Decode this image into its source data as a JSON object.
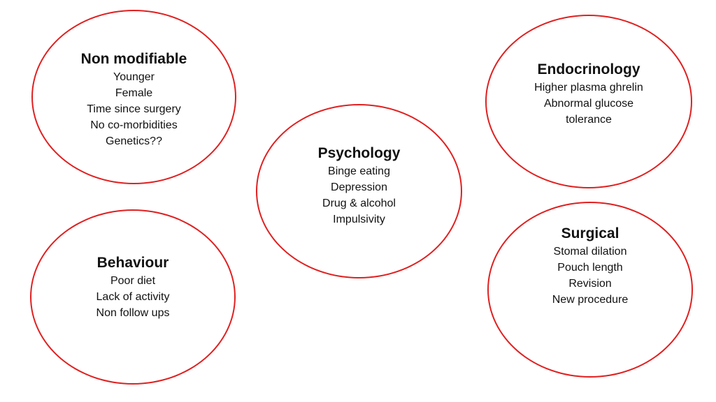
{
  "diagram": {
    "accent_color": "#e02020",
    "bubbles": [
      {
        "title": "Non modifiable",
        "items": [
          "Younger",
          "Female",
          "Time since surgery",
          "No co-morbidities",
          "Genetics??"
        ]
      },
      {
        "title": "Endocrinology",
        "items": [
          "Higher plasma ghrelin",
          "Abnormal glucose",
          "tolerance"
        ]
      },
      {
        "title": "Psychology",
        "items": [
          "Binge eating",
          "Depression",
          "Drug & alcohol",
          "Impulsivity"
        ]
      },
      {
        "title": "Behaviour",
        "items": [
          "Poor diet",
          "Lack of activity",
          "Non follow ups"
        ]
      },
      {
        "title": "Surgical",
        "items": [
          "Stomal dilation",
          "Pouch length",
          "Revision",
          "New procedure"
        ]
      }
    ]
  }
}
